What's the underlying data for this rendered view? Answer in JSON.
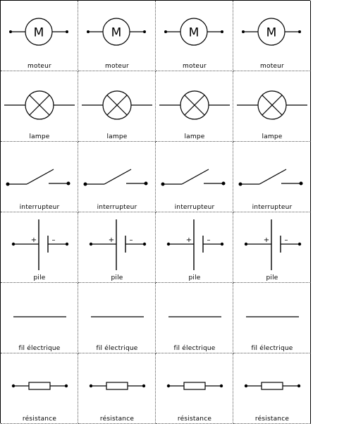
{
  "columns": 4,
  "rows": [
    {
      "symbol": "motor",
      "label": "moteur",
      "glyph": "M"
    },
    {
      "symbol": "lamp",
      "label": "lampe"
    },
    {
      "symbol": "switch",
      "label": "interrupteur"
    },
    {
      "symbol": "battery",
      "label": "pile",
      "plus": "+",
      "minus": "–"
    },
    {
      "symbol": "wire",
      "label": "fil électrique"
    },
    {
      "symbol": "resistor",
      "label": "résistance"
    }
  ]
}
